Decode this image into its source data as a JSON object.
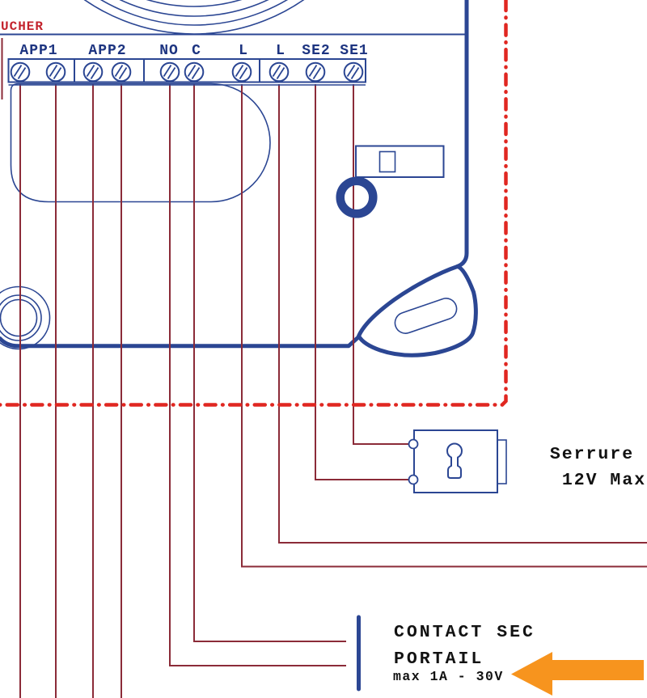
{
  "colors": {
    "device_blue": "#2b4693",
    "label_navy": "#1d3480",
    "wire_red": "#8b2b38",
    "boundary_red": "#e02721",
    "warning_red": "#c3232d",
    "arrow_orange": "#f7941e",
    "text_black": "#121212"
  },
  "warning": {
    "text": "UCHER"
  },
  "terminals": {
    "labels": [
      "APP1",
      "APP2",
      "NO",
      "C",
      "L",
      "L",
      "SE2",
      "SE1"
    ]
  },
  "lock": {
    "line1": "Serrure",
    "line2": "12V Max"
  },
  "gate_contact": {
    "line1": "CONTACT SEC",
    "line2": "PORTAIL",
    "line3": "max 1A - 30V"
  }
}
